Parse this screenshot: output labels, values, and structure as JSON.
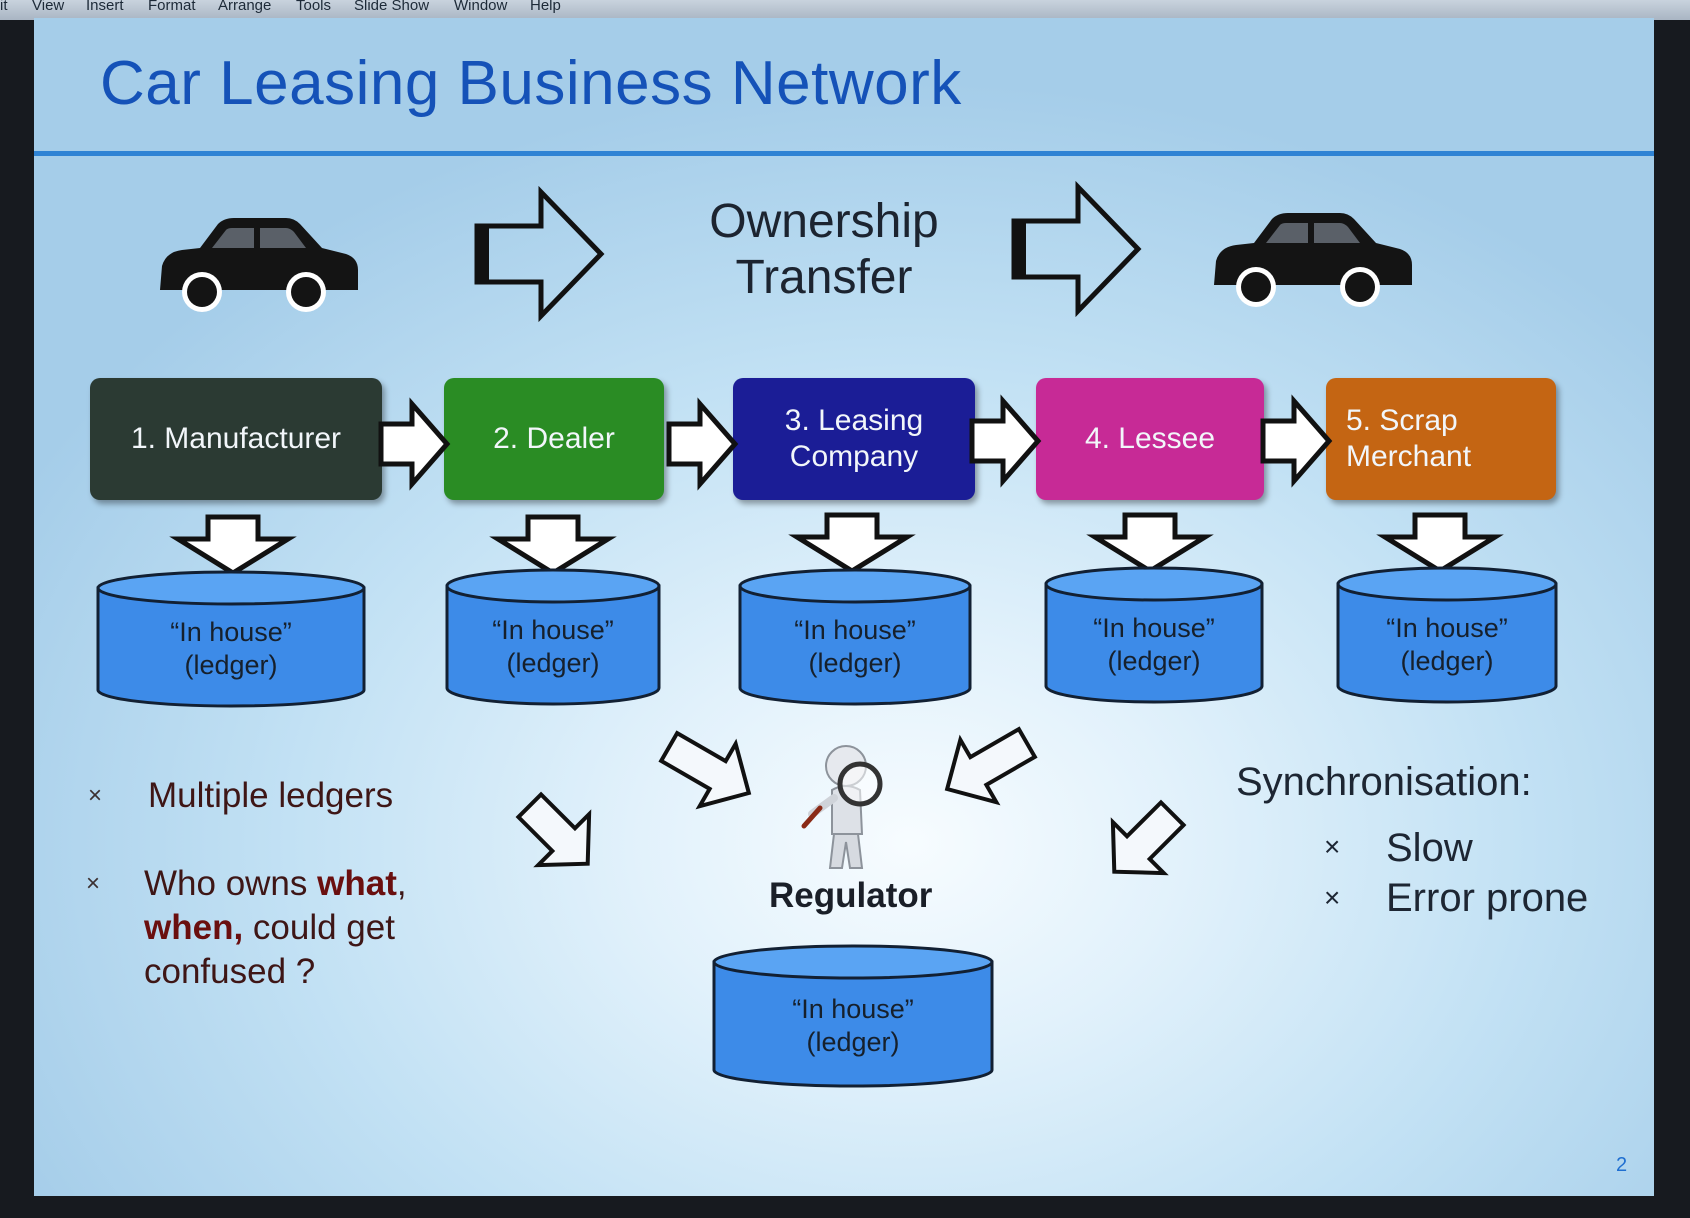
{
  "menubar": {
    "items": [
      {
        "label": "it"
      },
      {
        "label": "View"
      },
      {
        "label": "Insert"
      },
      {
        "label": "Format"
      },
      {
        "label": "Arrange"
      },
      {
        "label": "Tools"
      },
      {
        "label": "Slide Show"
      },
      {
        "label": "Window"
      },
      {
        "label": "Help"
      }
    ]
  },
  "slide": {
    "title": "Car Leasing Business Network",
    "ownership": {
      "line1": "Ownership",
      "line2": "Transfer"
    },
    "stages": [
      {
        "line1": "1. Manufacturer",
        "line2": "",
        "color": "#2b3a33"
      },
      {
        "line1": "2. Dealer",
        "line2": "",
        "color": "#2a8c24"
      },
      {
        "line1": "3. Leasing",
        "line2": "Company",
        "color": "#1b1d96"
      },
      {
        "line1": "4. Lessee",
        "line2": "",
        "color": "#c72a96"
      },
      {
        "line1": "5. Scrap",
        "line2": "Merchant",
        "color": "#c46513"
      }
    ],
    "ledger": {
      "line1": "“In house”",
      "line2": "(ledger)"
    },
    "regulator": {
      "label": "Regulator",
      "ledger_line1": "“In house”",
      "ledger_line2": "(ledger)"
    },
    "bullets_left": [
      {
        "mark": "×",
        "text": "Multiple ledgers"
      },
      {
        "mark": "×",
        "parts": [
          "Who owns ",
          "what",
          ",",
          "when,",
          " could get",
          "confused ?"
        ]
      }
    ],
    "sync": {
      "heading": "Synchronisation:",
      "items": [
        {
          "mark": "×",
          "text": "Slow"
        },
        {
          "mark": "×",
          "text": "Error prone"
        }
      ]
    },
    "page_number": "2"
  }
}
